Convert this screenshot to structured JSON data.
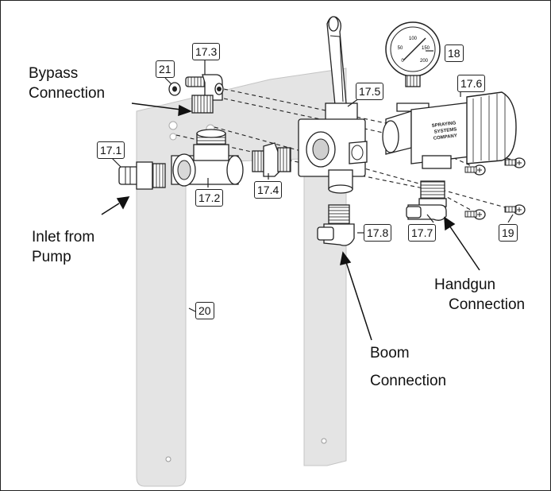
{
  "callouts": {
    "bypass": [
      "Bypass",
      "Connection"
    ],
    "inlet": [
      "Inlet from",
      "Pump"
    ],
    "handgun": [
      "Handgun",
      "Connection"
    ],
    "boom": [
      "Boom",
      "Connection"
    ]
  },
  "part_numbers": {
    "p17_1": "17.1",
    "p17_2": "17.2",
    "p17_3": "17.3",
    "p17_4": "17.4",
    "p17_5": "17.5",
    "p17_6": "17.6",
    "p17_7": "17.7",
    "p17_8": "17.8",
    "p18": "18",
    "p19": "19",
    "p20": "20",
    "p21": "21"
  },
  "gauge_scale": [
    "0",
    "100",
    "50",
    "150",
    "200"
  ],
  "filter_label": [
    "SPRAYING",
    "SYSTEMS",
    "COMPANY"
  ],
  "colors": {
    "bracket": "#e3e3e3",
    "part_fill": "#ffffff",
    "part_shade": "#d2d2d2",
    "outline": "#222222",
    "dark": "#555555"
  }
}
